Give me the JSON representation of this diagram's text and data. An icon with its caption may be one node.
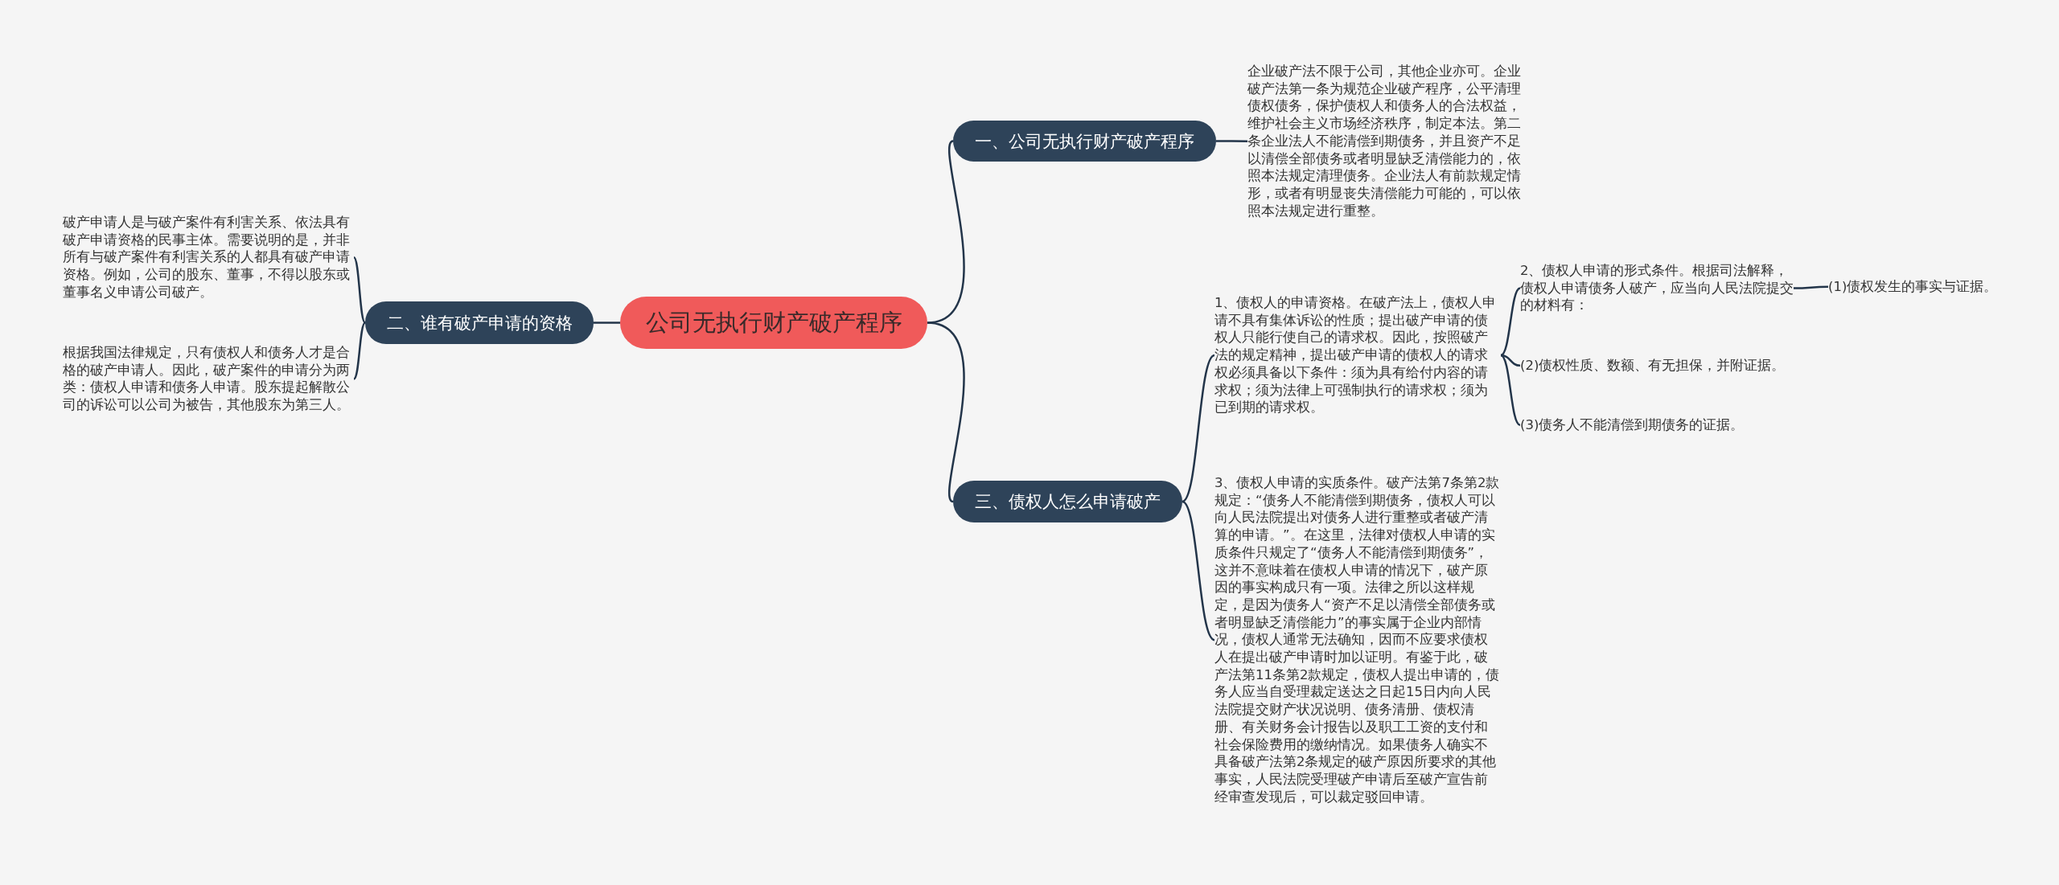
{
  "diagram": {
    "nodes": [
      {
        "text": [
          "公司无执行财产破产程序"
        ]
      },
      {
        "text": [
          "一、公司无执行财产破产程序"
        ]
      },
      {
        "text": [
          "企业破产法不限于公司，其他企业亦可。企业破产法第一条为规范企业破产程序，公平清理债权债务，保护债权人和债务人的合法权益，维护社会主义市场经济秩序，制定本法。第二条企业法人不能清偿到期债务，并且资产不足以清偿全部债务或者明显缺乏清偿能力的，依照本法规定清理债务。企业法人有前款规定情形，或者有明显丧失清偿能力可能的，可以依照本法规定进行重整。"
        ]
      },
      {
        "text": [
          "二、谁有破产申请的资格"
        ]
      },
      {
        "text": [
          "破产申请人是与破产案件有利害关系、依法具有破产申请资格的民事主体。需要说明的是，并非所有与破产案件有利害关系的人都具有破产申请资格。例如，公司的股东、董事，不得以股东或董事名义申请公司破产。"
        ]
      },
      {
        "text": [
          "根据我国法律规定，只有债权人和债务人才是合格的破产申请人。因此，破产案件的申请分为两类：债权人申请和债务人申请。股东提起解散公司的诉讼可以公司为被告，其他股东为第三人。"
        ]
      },
      {
        "text": [
          "三、债权人怎么申请破产"
        ]
      },
      {
        "text": [
          "1、债权人的申请资格。在破产法上，债权人申请不具有集体诉讼的性质；提出破产申请的债权人只能行使自己的请求权。因此，按照破产法的规定精神，提出破产申请的债权人的请求权必须具备以下条件：须为具有给付内容的请求权；须为法律上可强制执行的请求权；须为已到期的请求权。"
        ]
      },
      {
        "text": [
          "3、债权人申请的实质条件。破产法第7条第2款规定：“债务人不能清偿到期债务，债权人可以向人民法院提出对债务人进行重整或者破产清算的申请。”。在这里，法律对债权人申请的实质条件只规定了“债务人不能清偿到期债务”，这并不意味着在债权人申请的情况下，破产原因的事实构成只有一项。法律之所以这样规定，是因为债务人“资产不足以清偿全部债务或者明显缺乏清偿能力”的事实属于企业内部情况，债权人通常无法确知，因而不应要求债权人在提出破产申请时加以证明。有鉴于此，破产法第11条第2款规定，债权人提出申请的，债务人应当自受理裁定送达之日起15日内向人民法院提交财产状况说明、债务清册、债权清册、有关财务会计报告以及职工工资的支付和社会保险费用的缴纳情况。如果债务人确实不具备破产法第2条规定的破产原因所要求的其他事实，人民法院受理破产申请后至破产宣告前经审查发现后，可以裁定驳回申请。"
        ]
      },
      {
        "text": [
          "2、债权人申请的形式条件。根据司法解释，债权人申请债务人破产，应当向人民法院提交的材料有："
        ]
      },
      {
        "text": [
          "(1)债权发生的事实与证据。"
        ]
      },
      {
        "text": [
          "(2)债权性质、数额、有无担保，并附证据。"
        ]
      },
      {
        "text": [
          "(3)债务人不能清偿到期债务的证据。"
        ]
      }
    ],
    "edges": [
      {
        "from": 0,
        "to": 1,
        "arrow": "none"
      },
      {
        "from": 0,
        "to": 3,
        "arrow": "none"
      },
      {
        "from": 0,
        "to": 6,
        "arrow": "none"
      },
      {
        "from": 1,
        "to": 2,
        "arrow": "none"
      },
      {
        "from": 3,
        "to": 4,
        "arrow": "none"
      },
      {
        "from": 3,
        "to": 5,
        "arrow": "none"
      },
      {
        "from": 6,
        "to": 7,
        "arrow": "none"
      },
      {
        "from": 6,
        "to": 8,
        "arrow": "none"
      },
      {
        "from": 7,
        "to": 9,
        "arrow": "none"
      },
      {
        "from": 7,
        "to": 11,
        "arrow": "none"
      },
      {
        "from": 7,
        "to": 12,
        "arrow": "none"
      },
      {
        "from": 9,
        "to": 10,
        "arrow": "none"
      }
    ]
  }
}
